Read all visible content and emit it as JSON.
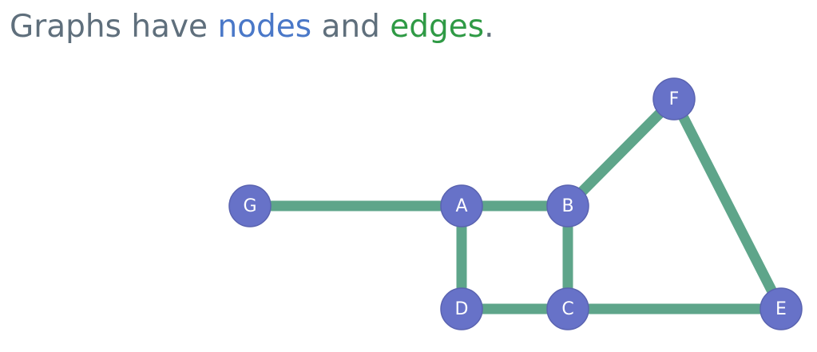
{
  "headline": {
    "prefix": "Graphs have ",
    "word_nodes": "nodes",
    "connector": " and ",
    "word_edges": "edges",
    "suffix": "."
  },
  "colors": {
    "text": "#5f6f7c",
    "nodes_word": "#4a78c8",
    "edges_word": "#2f9a45",
    "node_fill": "#6772c8",
    "edge_stroke": "#5ea58a",
    "node_label": "#ffffff"
  },
  "graph": {
    "nodes": [
      {
        "id": "F",
        "label": "F"
      },
      {
        "id": "G",
        "label": "G"
      },
      {
        "id": "A",
        "label": "A"
      },
      {
        "id": "B",
        "label": "B"
      },
      {
        "id": "D",
        "label": "D"
      },
      {
        "id": "C",
        "label": "C"
      },
      {
        "id": "E",
        "label": "E"
      }
    ],
    "edges": [
      {
        "from": "G",
        "to": "A"
      },
      {
        "from": "A",
        "to": "B"
      },
      {
        "from": "A",
        "to": "D"
      },
      {
        "from": "B",
        "to": "C"
      },
      {
        "from": "B",
        "to": "F"
      },
      {
        "from": "F",
        "to": "E"
      },
      {
        "from": "D",
        "to": "C"
      },
      {
        "from": "C",
        "to": "E"
      }
    ]
  }
}
